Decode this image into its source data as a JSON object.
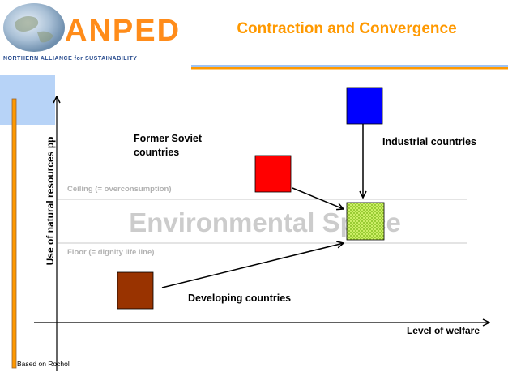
{
  "header": {
    "logo_text": "ANPED",
    "logo_tagline": "NORTHERN ALLIANCE for SUSTAINABILITY",
    "title": "Contraction and Convergence"
  },
  "diagram": {
    "y_axis_label": "Use of natural resources pp",
    "x_axis_label": "Level of welfare",
    "ceiling_label": "Ceiling (= overconsumption)",
    "floor_label": "Floor (= dignity life line)",
    "band_label": "Environmental Space",
    "groups": {
      "former_soviet": {
        "line1": "Former Soviet",
        "line2": "countries",
        "color": "#ff0000"
      },
      "industrial": {
        "label": "Industrial countries",
        "color": "#0000ff"
      },
      "developing": {
        "label": "Developing countries",
        "color": "#993300"
      },
      "target_color": "#99cc33"
    },
    "credit": "Based on Rochol"
  },
  "colors": {
    "title": "#ff9900",
    "accent_orange": "#ff9900",
    "accent_blue": "#9dc3f5",
    "band_text": "#cccccc",
    "boundary_label": "#b2b2b2"
  }
}
